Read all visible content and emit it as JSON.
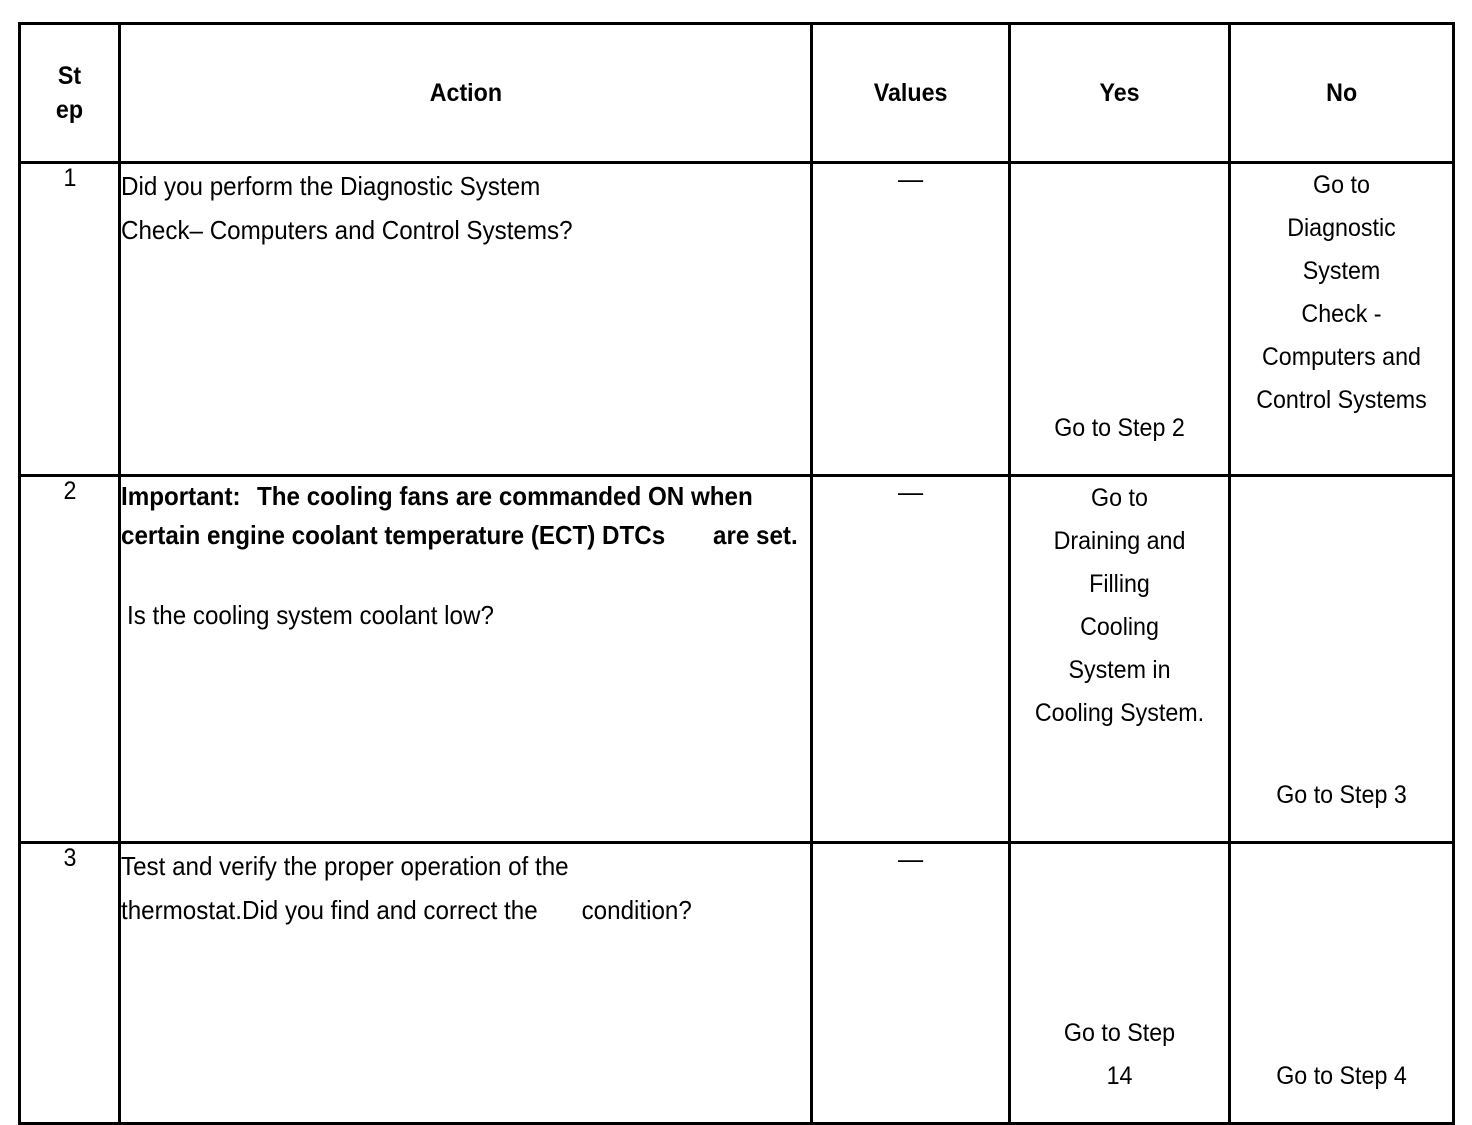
{
  "document": {
    "type": "diagnostic-procedure-table",
    "headers": {
      "step_line1": "St",
      "step_line2": "ep",
      "action": "Action",
      "values": "Values",
      "yes": "Yes",
      "no": "No"
    },
    "rows": [
      {
        "step": "1",
        "action": {
          "lines": [
            "Did you perform the Diagnostic System",
            "Check– Computers and Control Systems?"
          ],
          "bold_lines": [],
          "trailing_lines": []
        },
        "values": "—",
        "yes": {
          "lines": [
            "Go to Step 2"
          ],
          "align": "bottom"
        },
        "no": {
          "lines": [
            "Go to",
            "Diagnostic",
            "System",
            "Check -",
            "Computers and",
            "Control Systems"
          ],
          "align": "top"
        }
      },
      {
        "step": "2",
        "action": {
          "bold_lines": [
            "Important:",
            "The cooling fans are commanded ON when",
            "certain engine coolant temperature (ECT) DTCs",
            "are set."
          ],
          "lines": [],
          "trailing_lines": [
            "Is the cooling system coolant low?"
          ]
        },
        "values": "—",
        "yes": {
          "lines": [
            "Go to",
            "Draining and",
            "Filling",
            "Cooling",
            "System in",
            "Cooling System."
          ],
          "align": "top"
        },
        "no": {
          "lines": [
            "Go to Step 3"
          ],
          "align": "bottom"
        }
      },
      {
        "step": "3",
        "action": {
          "lines": [
            "Test and verify the proper operation of the",
            "thermostat.Did you find and correct the",
            "condition?"
          ],
          "bold_lines": [],
          "trailing_lines": []
        },
        "values": "—",
        "yes": {
          "lines": [
            "Go to Step",
            "14"
          ],
          "align": "bottom"
        },
        "no": {
          "lines": [
            "Go to Step 4"
          ],
          "align": "bottom"
        }
      }
    ],
    "colors": {
      "text": "#000000",
      "background": "#ffffff",
      "border": "#000000"
    }
  }
}
